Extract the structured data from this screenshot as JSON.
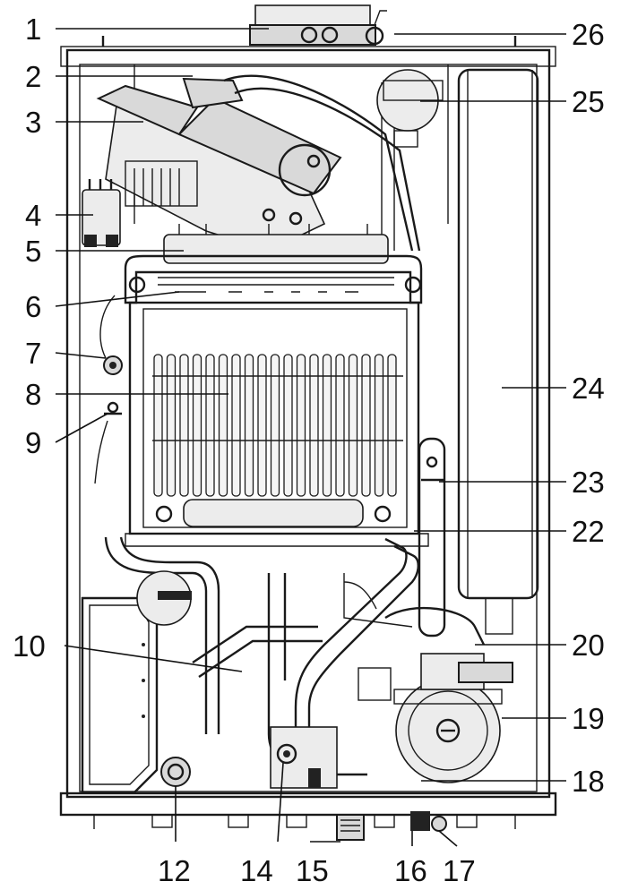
{
  "labels": {
    "l1": "1",
    "l2": "2",
    "l3": "3",
    "l4": "4",
    "l5": "5",
    "l6": "6",
    "l7": "7",
    "l8": "8",
    "l9": "9",
    "l10": "10",
    "l12": "12",
    "l14": "14",
    "l15": "15",
    "l16": "16",
    "l17": "17",
    "l18": "18",
    "l19": "19",
    "l20": "20",
    "l22": "22",
    "l23": "23",
    "l24": "24",
    "l25": "25",
    "l26": "26"
  }
}
